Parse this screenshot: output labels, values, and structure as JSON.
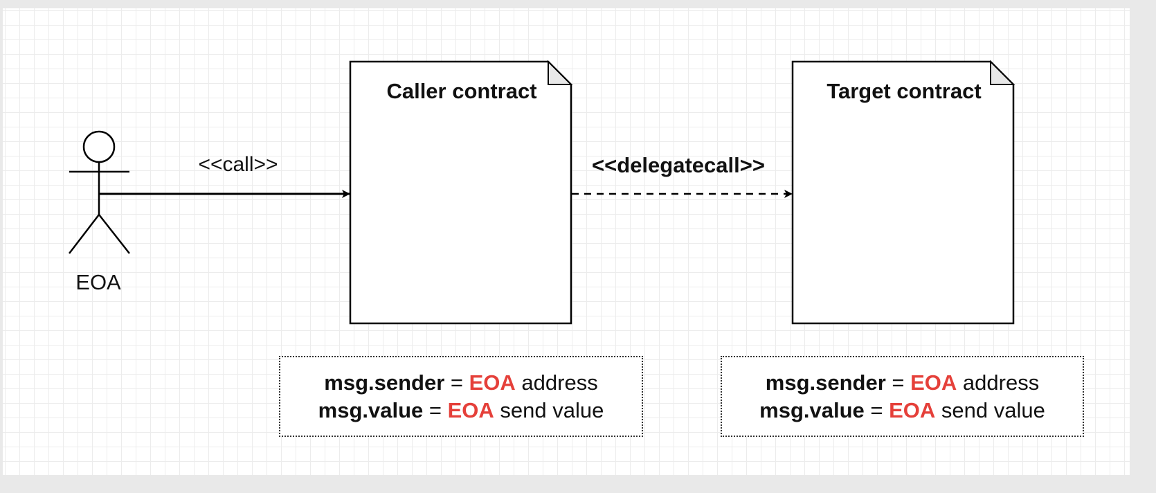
{
  "diagram": {
    "actor": {
      "label": "EOA"
    },
    "call_label": "<<call>>",
    "delegatecall_label": "<<delegatecall>>",
    "caller": {
      "title": "Caller contract",
      "note": {
        "line1": {
          "key": "msg.sender",
          "eq": " = ",
          "eoa": "EOA",
          "rest": " address"
        },
        "line2": {
          "key": "msg.value",
          "eq": " = ",
          "eoa": "EOA",
          "rest": " send value"
        }
      }
    },
    "target": {
      "title": "Target contract",
      "note": {
        "line1": {
          "key": "msg.sender",
          "eq": " = ",
          "eoa": "EOA",
          "rest": " address"
        },
        "line2": {
          "key": "msg.value",
          "eq": " = ",
          "eoa": "EOA",
          "rest": " send value"
        }
      }
    },
    "colors": {
      "highlight": "#e5403a",
      "line": "#000000"
    }
  }
}
